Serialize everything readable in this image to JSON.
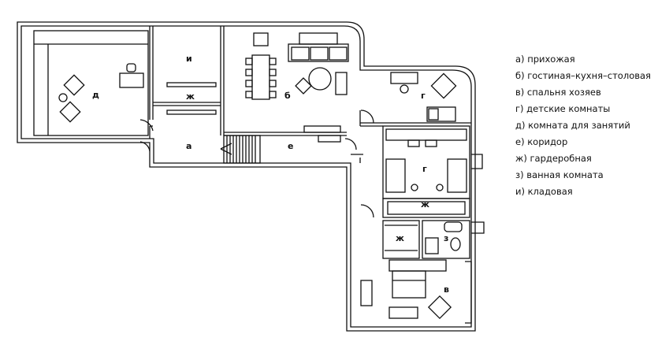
{
  "rooms": {
    "a": "а",
    "b": "б",
    "v": "в",
    "g1": "г",
    "g2": "г",
    "d": "д",
    "e": "е",
    "zh1": "ж",
    "zh2": "ж",
    "zh3": "ж",
    "z": "з",
    "i": "и"
  },
  "legend": [
    "а) прихожая",
    "б) гостиная–кухня–столовая",
    "в) спальня хозяев",
    "г) детские комнаты",
    "д) комната для занятий",
    "е) коридор",
    "ж) гардеробная",
    "з) ванная комната",
    "и) кладовая"
  ]
}
